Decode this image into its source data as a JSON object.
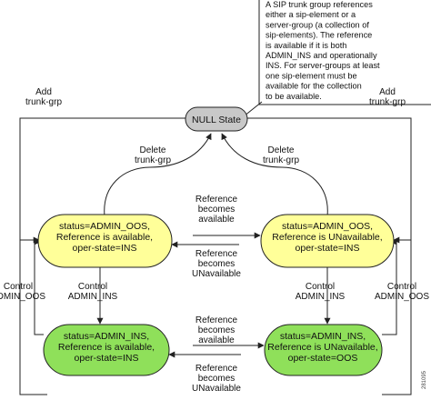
{
  "note": {
    "lines": [
      "A SIP trunk group references",
      "either a sip-element or a",
      "server-group (a collection of",
      "sip-elements). The reference",
      "is available if it is both",
      "ADMIN_INS and operationally",
      "INS. For server-groups at least",
      "one sip-element must be",
      "available for the collection",
      "to be available."
    ]
  },
  "states": {
    "null": {
      "lines": [
        "NULL State"
      ],
      "color": "#c8c8c8"
    },
    "top_left": {
      "lines": [
        "status=ADMIN_OOS,",
        "Reference is available,",
        "oper-state=INS"
      ],
      "color": "#ffff99"
    },
    "top_right": {
      "lines": [
        "status=ADMIN_OOS,",
        "Reference is UNavailable,",
        "oper-state=INS"
      ],
      "color": "#ffff99"
    },
    "bottom_left": {
      "lines": [
        "status=ADMIN_INS,",
        "Reference is available,",
        "oper-state=INS"
      ],
      "color": "#8fe05a"
    },
    "bottom_right": {
      "lines": [
        "status=ADMIN_INS,",
        "Reference is UNavailable,",
        "oper-state=OOS"
      ],
      "color": "#8fe05a"
    }
  },
  "labels": {
    "add_left": [
      "Add",
      "trunk-grp"
    ],
    "add_right": [
      "Add",
      "trunk-grp"
    ],
    "delete_left": [
      "Delete",
      "trunk-grp"
    ],
    "delete_right": [
      "Delete",
      "trunk-grp"
    ],
    "ref_available_top": [
      "Reference",
      "becomes",
      "available"
    ],
    "ref_unavailable_top": [
      "Reference",
      "becomes",
      "UNavailable"
    ],
    "ref_available_bottom": [
      "Reference",
      "becomes",
      "available"
    ],
    "ref_unavailable_bottom": [
      "Reference",
      "becomes",
      "UNavailable"
    ],
    "control_oos_left": [
      "Control",
      "ADMIN_OOS"
    ],
    "control_ins_left": [
      "Control",
      "ADMIN_INS"
    ],
    "control_ins_right": [
      "Control",
      "ADMIN_INS"
    ],
    "control_oos_right": [
      "Control",
      "ADMIN_OOS"
    ]
  },
  "figure_id": "281095"
}
